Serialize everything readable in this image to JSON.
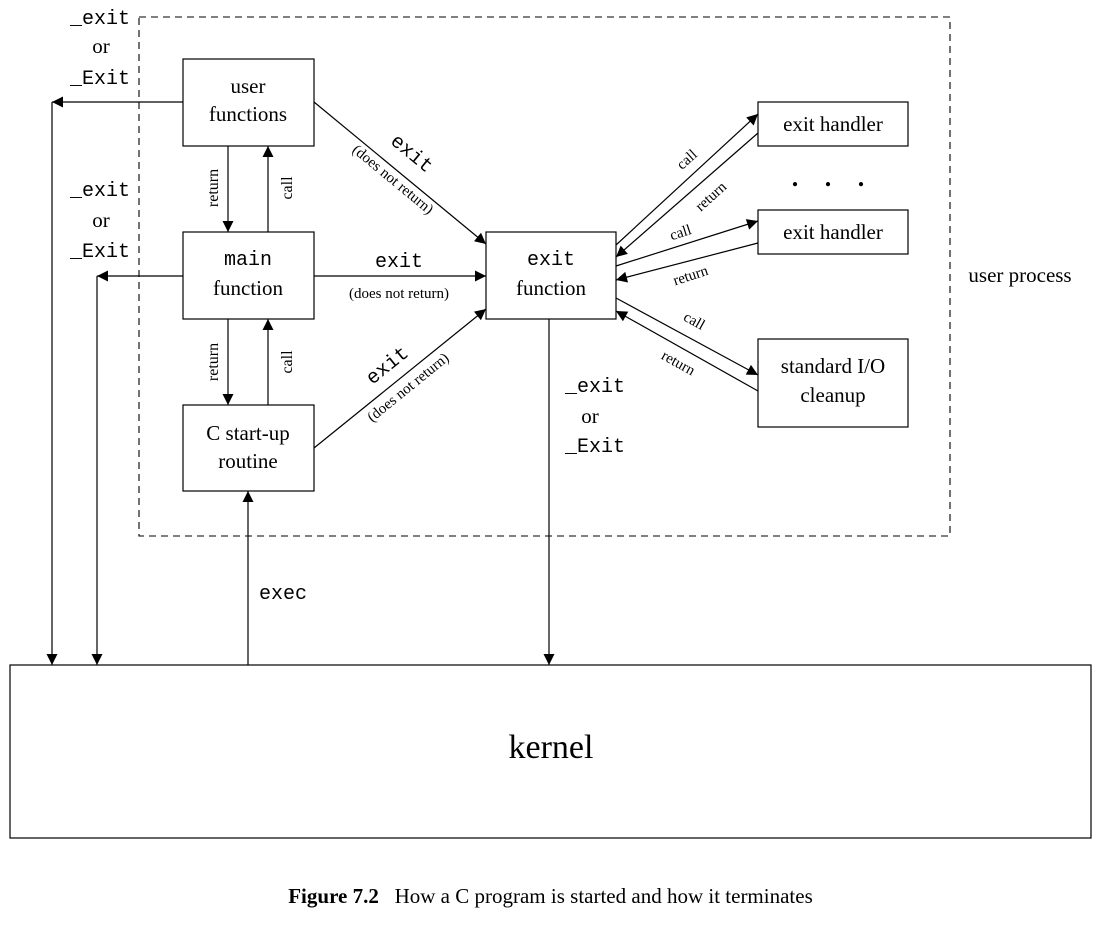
{
  "boxes": {
    "user_functions": [
      "user",
      "functions"
    ],
    "main_function": [
      "main",
      "function"
    ],
    "startup_routine": [
      "C start-up",
      "routine"
    ],
    "exit_function": [
      "exit",
      "function"
    ],
    "exit_handler_1": "exit handler",
    "exit_handler_2": "exit handler",
    "stdio_cleanup": [
      "standard I/O",
      "cleanup"
    ],
    "kernel": "kernel"
  },
  "labels": {
    "user_process": "user process",
    "ellipsis": ". . .",
    "exec": "exec",
    "exit": "exit",
    "does_not_return": "(does not return)",
    "return": "return",
    "call": "call",
    "underscore_exit": "_exit",
    "or": "or",
    "underscore_Exit": "_Exit"
  },
  "caption": {
    "figure_number": "Figure 7.2",
    "text": "How a C program is started and how it terminates"
  }
}
